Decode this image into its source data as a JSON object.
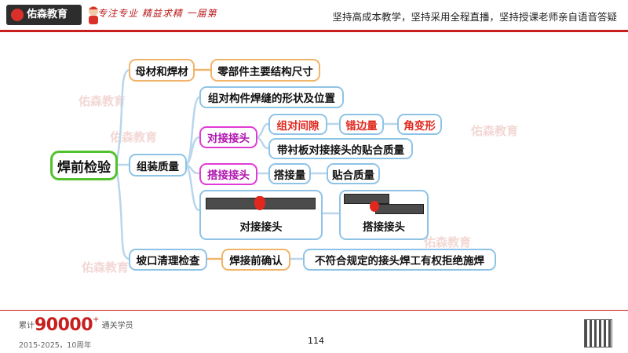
{
  "header": {
    "logo_text": "佑森教育",
    "signature": "专注专业 精益求精 一届第",
    "slogan": "坚持高成本教学，坚持采用全程直播，坚持授课老师亲自语音答疑"
  },
  "mindmap": {
    "root": "焊前检验",
    "branch_1": {
      "label": "母材和焊材",
      "child": "零部件主要结构尺寸"
    },
    "branch_2": {
      "label": "组装质量",
      "item_1": "组对构件焊缝的形状及位置",
      "butt_joint": {
        "label": "对接接头",
        "row_1": [
          "组对间隙",
          "错边量",
          "角变形"
        ],
        "row_2": "带衬板对接接头的贴合质量"
      },
      "lap_joint": {
        "label": "搭接接头",
        "items": [
          "搭接量",
          "贴合质量"
        ]
      },
      "illustrations": {
        "butt_caption": "对接接头",
        "lap_caption": "搭接接头"
      }
    },
    "branch_3": {
      "label": "坡口清理检查",
      "child": "焊接前确认",
      "grandchild": "不符合规定的接头焊工有权拒绝施焊"
    }
  },
  "watermark": "佑森教育",
  "footer": {
    "prefix": "累计",
    "big_number": "90000",
    "suffix": "通关学员",
    "years": "2015-2025，10周年",
    "page_number": "114"
  },
  "colors": {
    "accent_red": "#c81e1e",
    "blue_border": "#8fc3e6",
    "orange_border": "#f0b46a",
    "magenta_border": "#e23bd5",
    "green_border": "#52c22c"
  }
}
